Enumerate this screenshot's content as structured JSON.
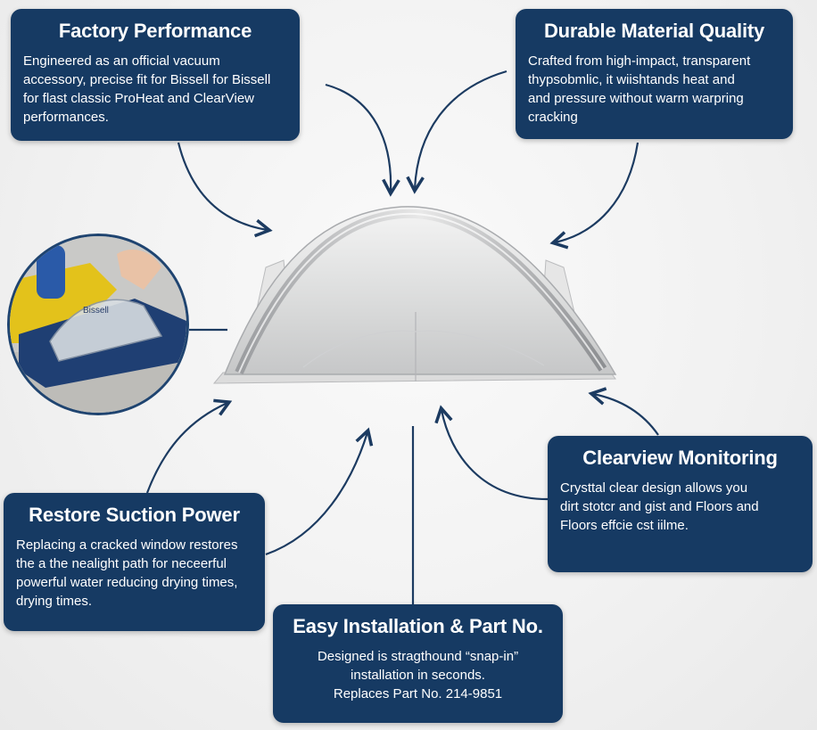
{
  "colors": {
    "card_bg": "#163a63",
    "card_text": "#ffffff",
    "arrow": "#1c3b61",
    "background": "#f1f1f1"
  },
  "cards": {
    "factory": {
      "title": "Factory Performance",
      "body": "Engineered as an official vacuum\naccessory, precise fit for Bissell for Bissell\nfor flast classic ProHeat and ClearView\nperformances."
    },
    "durable": {
      "title": "Durable Material Quality",
      "body": "Crafted from high-impact, transparent\nthypsobmlic, it wiishtands heat and\nand pressure without warm warpring\ncracking"
    },
    "restore": {
      "title": "Restore Suction Power",
      "body": "Replacing a cracked window restores\nthe a the nealight path for neceerful\npowerful water reducing drying times,\ndrying times."
    },
    "clearview": {
      "title": "Clearview Monitoring",
      "body": "Crysttal clear design allows you\ndirt stotcr and gist and Floors and\nFloors effcie cst iilme."
    },
    "easy": {
      "title": "Easy Installation & Part No.",
      "body": "Designed is stragthound “snap-in”\ninstallation in seconds.\nReplaces Part No. 214-9851"
    }
  },
  "images": {
    "product": "clear-nozzle-window",
    "inset": "vacuum-in-use-photo",
    "inset_label": "Bissell"
  }
}
